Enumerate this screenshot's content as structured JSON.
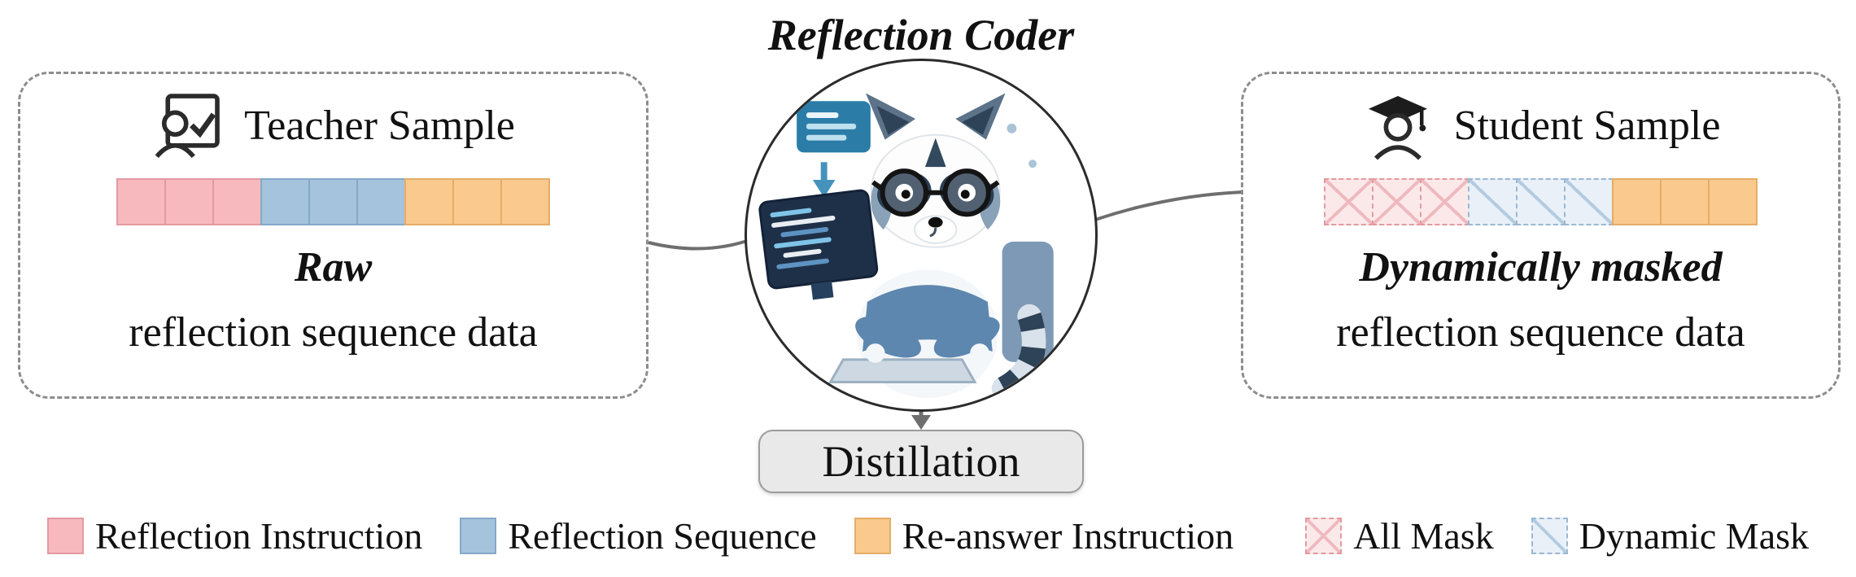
{
  "title": "Reflection Coder",
  "colors": {
    "pink": "#f7b9be",
    "pink-border": "#e29aa0",
    "pink-mask-bg": "#fbe9ea",
    "pink-mask-line": "#efb9bf",
    "blue": "#a6c3de",
    "blue-border": "#84a9c9",
    "blue-mask-bg": "#e9f0f7",
    "blue-mask-line": "#b3cbe0",
    "blue-mask-border": "#9bb8d3",
    "orange": "#f9c98e",
    "orange-border": "#e5ad67",
    "box-border": "#8d8d8d",
    "distill-bg": "#e9e9e9",
    "distill-border": "#9c9c9c",
    "connector": "#6e6e6e"
  },
  "teacher": {
    "heading": "Teacher Sample",
    "icon": "person-check-icon",
    "sequence": [
      "pink",
      "pink",
      "pink",
      "blue",
      "blue",
      "blue",
      "orange",
      "orange",
      "orange"
    ],
    "caption_emphasis": "Raw",
    "caption": "reflection sequence data"
  },
  "student": {
    "heading": "Student Sample",
    "icon": "graduate-icon",
    "sequence": [
      "pink-masked",
      "pink-masked",
      "pink-masked",
      "blue-masked",
      "blue-masked",
      "blue-masked",
      "orange",
      "orange",
      "orange"
    ],
    "caption_emphasis": "Dynamically masked",
    "caption": "reflection sequence data"
  },
  "center": {
    "mascot": "raccoon-coder-illustration",
    "distillation_label": "Distillation"
  },
  "legend": {
    "items": [
      {
        "label": "Reflection Instruction",
        "swatch": "pink"
      },
      {
        "label": "Reflection Sequence",
        "swatch": "blue"
      },
      {
        "label": "Re-answer Instruction",
        "swatch": "orange"
      },
      {
        "label": "All Mask",
        "swatch": "pink-masked"
      },
      {
        "label": "Dynamic Mask",
        "swatch": "blue-masked"
      }
    ]
  }
}
